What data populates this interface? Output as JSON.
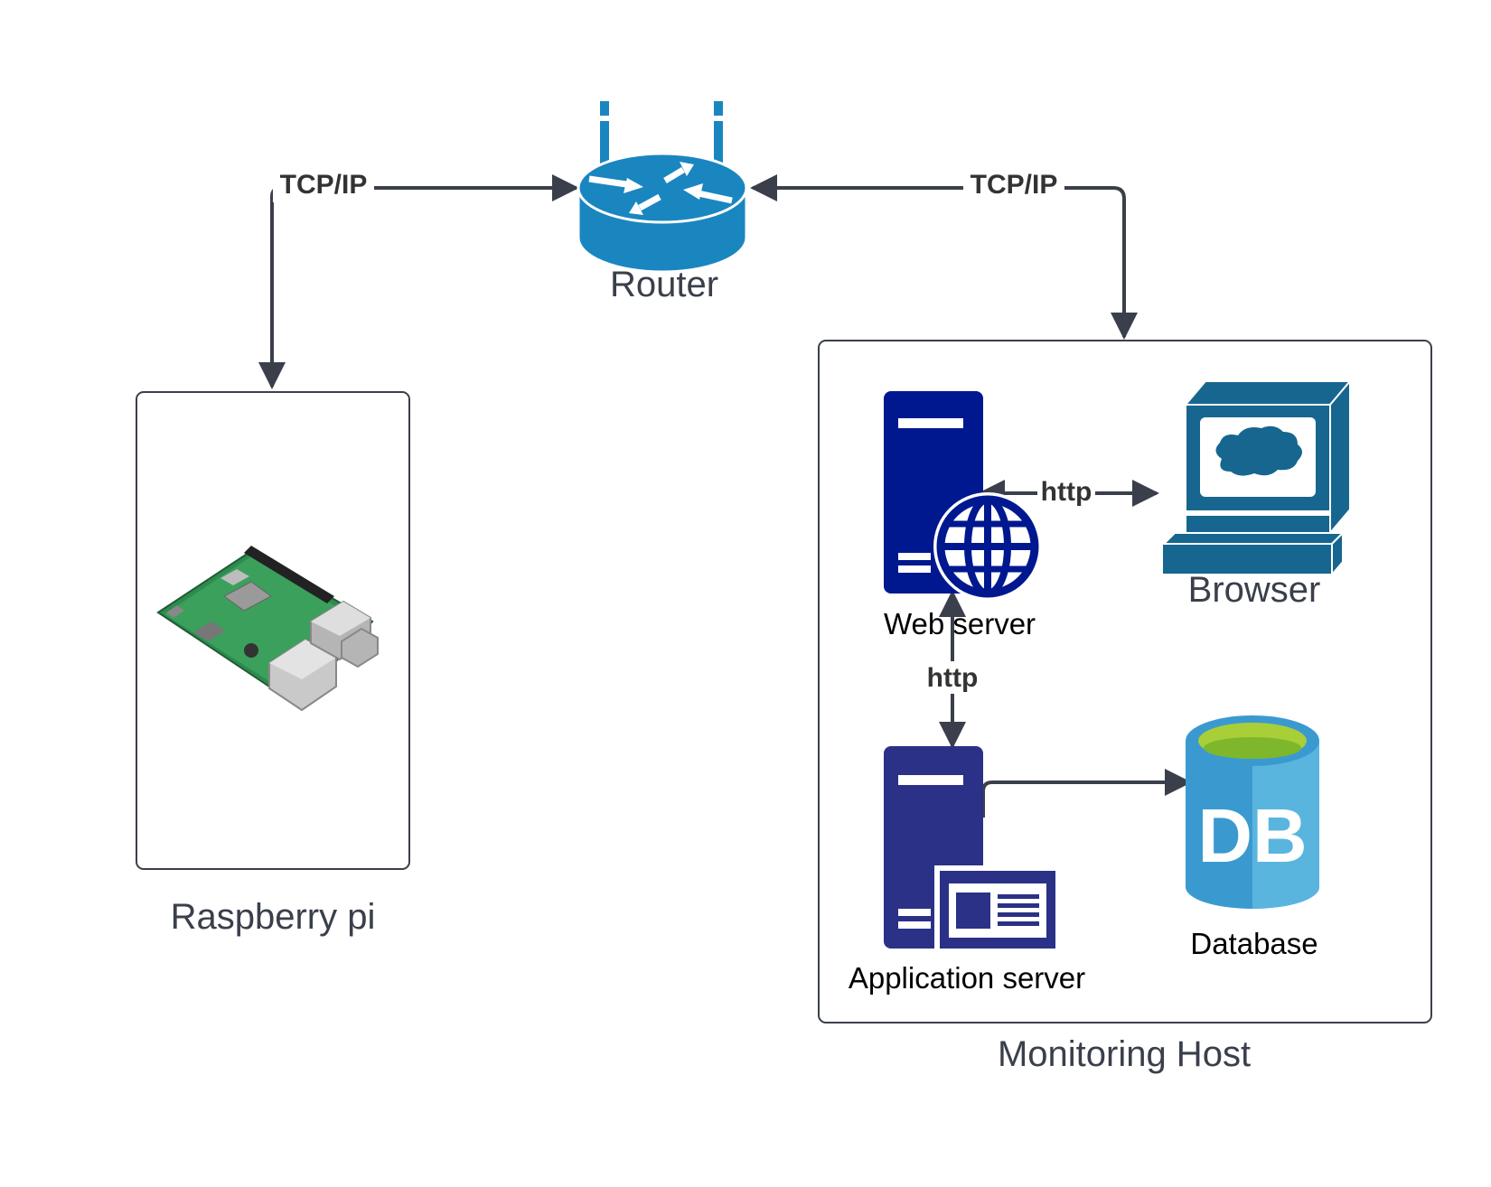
{
  "nodes": {
    "router": {
      "label": "Router",
      "icon": "router-icon"
    },
    "raspberry_pi": {
      "label": "Raspberry pi",
      "icon": "raspberry-pi-board-icon"
    },
    "monitoring_host": {
      "label": "Monitoring Host"
    },
    "web_server": {
      "label": "Web server",
      "icon": "web-server-icon"
    },
    "browser": {
      "label": "Browser",
      "icon": "browser-computer-icon"
    },
    "app_server": {
      "label": "Application server",
      "icon": "application-server-icon"
    },
    "database": {
      "label": "Database",
      "icon": "database-icon",
      "icon_text": "DB"
    }
  },
  "edges": {
    "pi_router": {
      "label": "TCP/IP"
    },
    "router_host": {
      "label": "TCP/IP"
    },
    "web_browser": {
      "label": "http"
    },
    "web_app": {
      "label": "http"
    }
  },
  "colors": {
    "connector": "#3a3f4b",
    "router_blue": "#1a86c0",
    "server_navy": "#00188f",
    "server_navy_light": "#2a3186",
    "monitor_blue": "#17668f",
    "db_blue": "#3a9ad0",
    "db_top_green": "#a8cf38"
  }
}
